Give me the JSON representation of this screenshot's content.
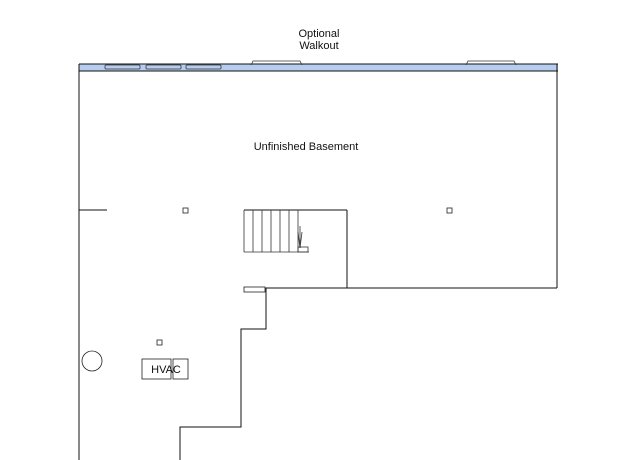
{
  "plan": {
    "walkout_label_line1": "Optional",
    "walkout_label_line2": "Walkout",
    "room_label": "Unfinished Basement",
    "hvac_label": "HVAC"
  },
  "colors": {
    "walkout_band": "#b7cdef",
    "wall": "#111111",
    "background": "#ffffff"
  }
}
